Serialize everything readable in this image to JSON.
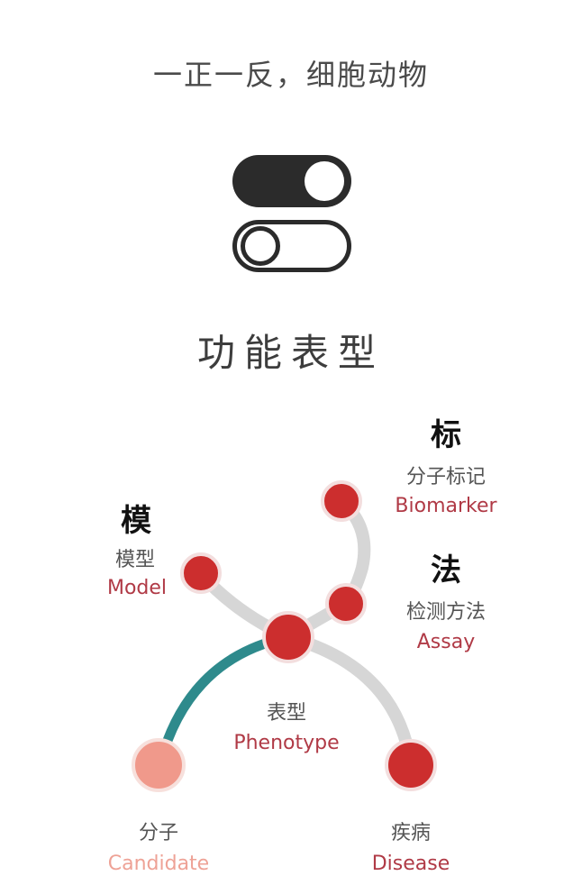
{
  "header": {
    "subtitle": "一正一反，细胞动物",
    "title": "功能表型"
  },
  "toggles": [
    {
      "state": "on",
      "color": "#2b2b2b"
    },
    {
      "state": "off",
      "color": "#2b2b2b"
    }
  ],
  "colors": {
    "node_red": "#cc2e2e",
    "node_candidate": "#f0998b",
    "node_ring": "#f3dede",
    "branch_gray": "#d6d6d6",
    "branch_teal": "#2e8a8c",
    "label_en": "#b03a46",
    "label_en_light": "#eea296"
  },
  "nodes": {
    "model": {
      "cn": "模型",
      "en": "Model",
      "glyph": "模"
    },
    "biomarker": {
      "cn": "分子标记",
      "en": "Biomarker",
      "glyph": "标"
    },
    "assay": {
      "cn": "检测方法",
      "en": "Assay",
      "glyph": "法"
    },
    "phenotype": {
      "cn": "表型",
      "en": "Phenotype"
    },
    "candidate": {
      "cn": "分子",
      "en": "Candidate"
    },
    "disease": {
      "cn": "疾病",
      "en": "Disease"
    }
  }
}
